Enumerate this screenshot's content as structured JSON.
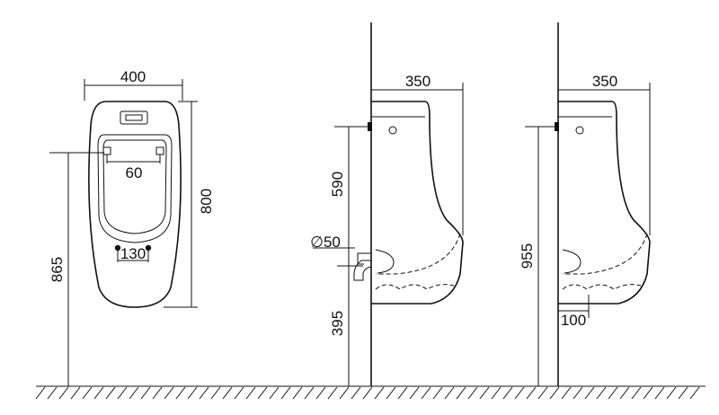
{
  "front_view": {
    "width": "400",
    "height": "800",
    "outlet_spacing": "60",
    "inlet_spacing": "130",
    "mount_height": "865"
  },
  "side_view_a": {
    "depth": "350",
    "upper_height": "590",
    "pipe_diameter": "∅50",
    "lower_height": "395"
  },
  "side_view_b": {
    "depth": "350",
    "total_height": "955",
    "outlet_offset": "100"
  }
}
